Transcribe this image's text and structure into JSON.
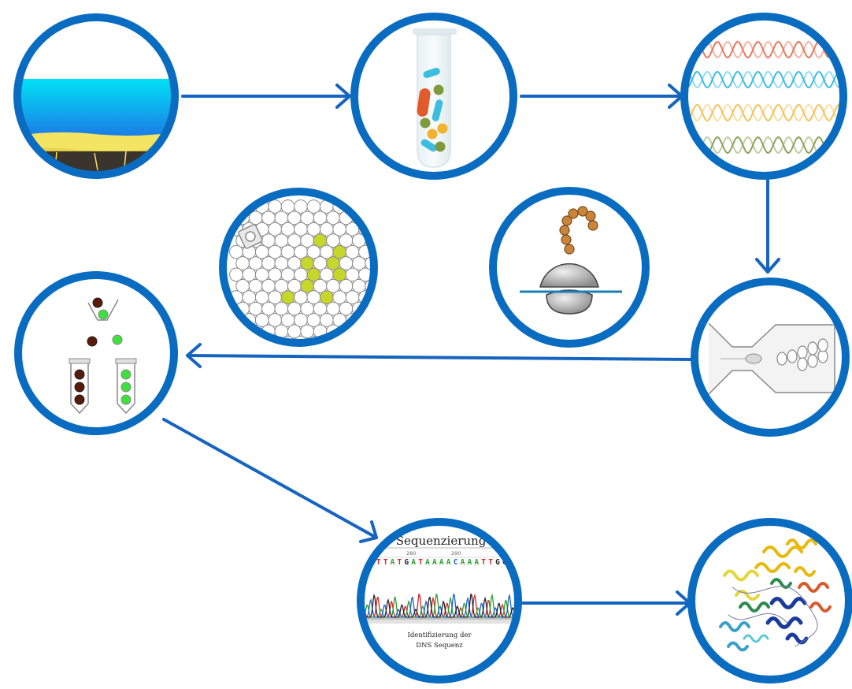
{
  "colors": {
    "ring": "#0a6cc0",
    "arrow": "#1565c0",
    "wave_red": "#e8785e",
    "wave_cyan": "#3bbde0",
    "wave_yellow": "#f2c35a",
    "wave_green": "#8aa45a",
    "highlight": "#c6d62a"
  },
  "icons": [
    "ocean-sample-icon",
    "test-tube-icon",
    "dna-waves-icon",
    "cell-array-icon",
    "ribosome-icon",
    "microfluidic-droplet-icon",
    "cell-sorting-icon",
    "sequencing-chromatogram-icon",
    "protein-structure-icon"
  ],
  "sequencing": {
    "title": "Sequenzierung",
    "tick_left": "280",
    "tick_right": "290",
    "bases": "ATTTATGATAAAACAAATTGGAT",
    "caption_line1": "Identifizierung der",
    "caption_line2": "DNS Sequenz"
  }
}
